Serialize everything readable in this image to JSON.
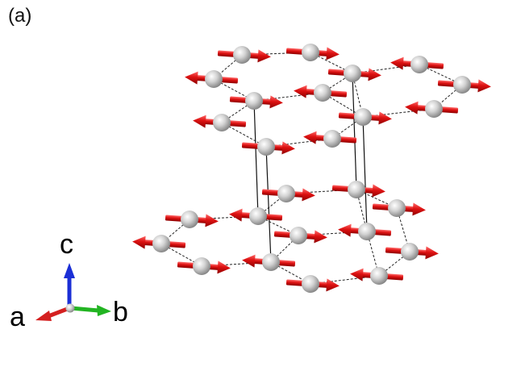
{
  "figure": {
    "panel_label": "(a)",
    "axes_labels": {
      "a": "a",
      "b": "b",
      "c": "c"
    }
  },
  "colors": {
    "atom": "#c9c9c9",
    "spin_arrow": "#dd1111",
    "axis_a": "#d42020",
    "axis_b": "#22b422",
    "axis_c": "#1b2fd6",
    "bond": "#222222",
    "cell_edge": "#111111"
  }
}
